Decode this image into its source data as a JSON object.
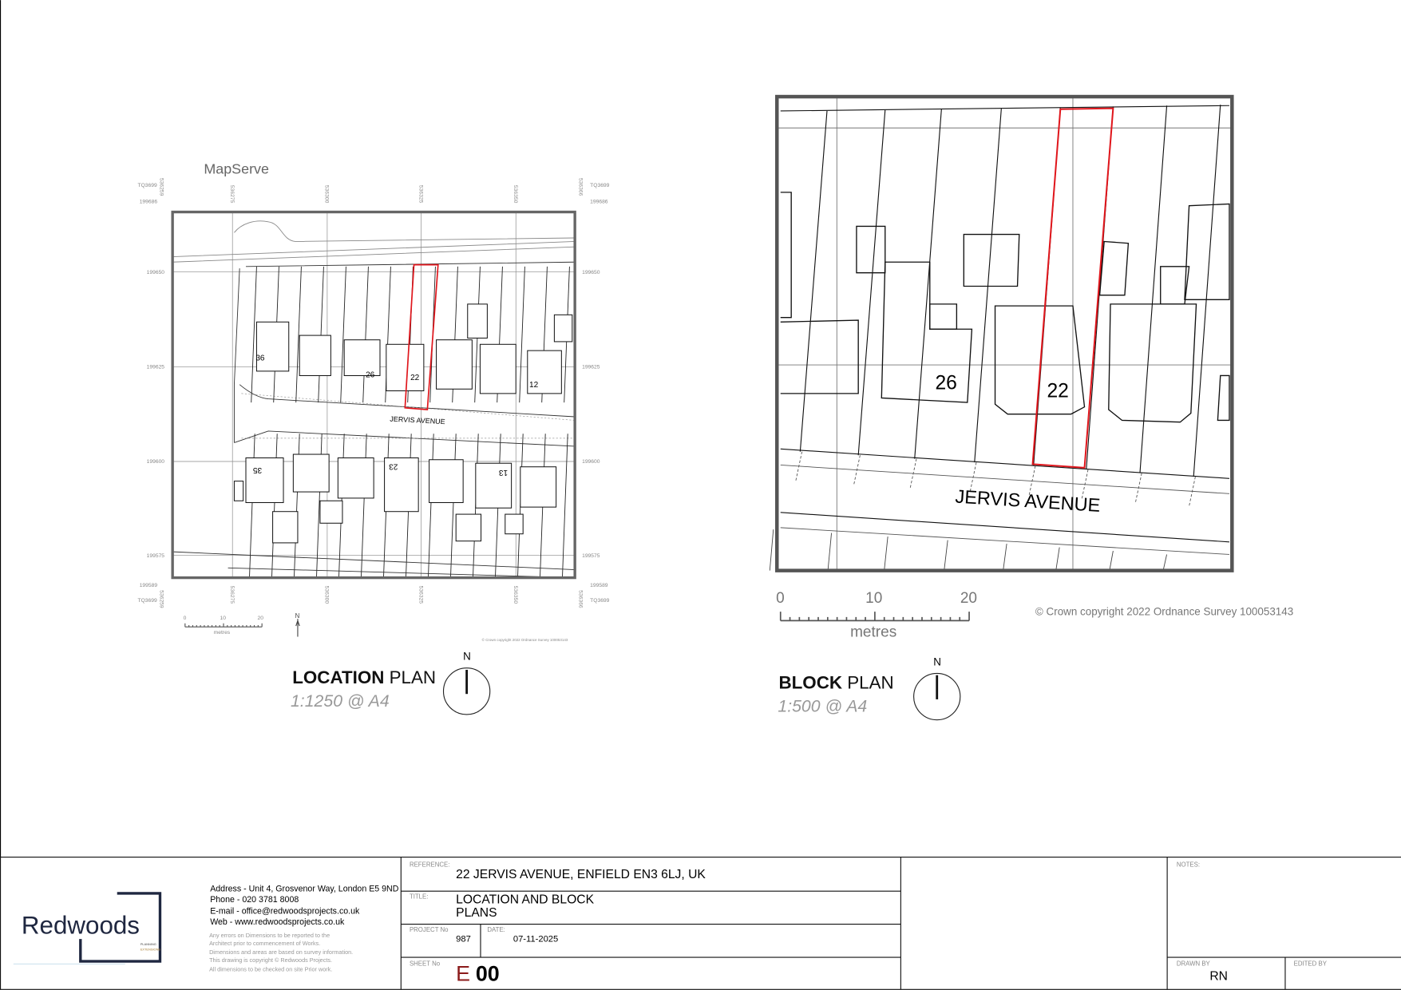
{
  "location_plan": {
    "source_label": "MapServe",
    "tile": "TQ3699",
    "eastings": [
      "536259",
      "536275",
      "536300",
      "536325",
      "536350",
      "536366"
    ],
    "northings": {
      "top": "199686",
      "n1": "199650",
      "n2": "199625",
      "n3": "199600",
      "n4": "199575",
      "bottom": "199589"
    },
    "house_numbers": [
      "36",
      "26",
      "22",
      "12",
      "35",
      "23",
      "13"
    ],
    "street": "JERVIS AVENUE",
    "scale_ticks": [
      "0",
      "10",
      "20"
    ],
    "scale_unit": "metres",
    "north": "N",
    "copyright": "© Crown copyright 2022 Ordnance Survey 100053143",
    "title_bold": "LOCATION",
    "title_rest": " PLAN",
    "scale": "1:1250 @ A4",
    "compass_label": "N"
  },
  "block_plan": {
    "house_numbers": [
      "26",
      "22"
    ],
    "street": "JERVIS AVENUE",
    "scale_ticks": [
      "0",
      "10",
      "20"
    ],
    "scale_unit": "metres",
    "copyright": "© Crown copyright 2022 Ordnance Survey 100053143",
    "title_bold": "BLOCK",
    "title_rest": " PLAN",
    "scale": "1:500 @ A4",
    "compass_label": "N"
  },
  "site_boundary_color": "#e0161c",
  "title_block": {
    "company": {
      "logo_text": "Redwoods",
      "logo_sub": [
        "PLANNING",
        "EXTENSIONS"
      ],
      "address": "Address - Unit 4, Grosvenor Way, London E5 9ND",
      "phone": "Phone - 020 3781 8008",
      "email": "E-mail - office@redwoodsprojects.co.uk",
      "web": "Web - www.redwoodsprojects.co.uk",
      "disclaimer": [
        "Any errors on Dimensions to be reported to the",
        "Architect prior to commencement of Works.",
        "Dimensions and areas are based on survey information.",
        "This drawing is copyright © Redwoods Projects.",
        "All dimensions to be checked on site Prior work."
      ]
    },
    "reference_label": "REFERENCE:",
    "reference": "22 JERVIS AVENUE, ENFIELD EN3 6LJ, UK",
    "title_label": "TITLE:",
    "title_line1": "LOCATION AND BLOCK",
    "title_line2": "PLANS",
    "project_no_label": "PROJECT No",
    "project_no": "987",
    "date_label": "DATE:",
    "date": "07-11-2025",
    "sheet_no_label": "SHEET No",
    "sheet_prefix": "E",
    "sheet_number": "00",
    "sheet_prefix_color": "#8b1a1a",
    "notes_label": "NOTES:",
    "drawn_by_label": "DRAWN BY",
    "drawn_by": "RN",
    "edited_by_label": "EDITED BY"
  }
}
